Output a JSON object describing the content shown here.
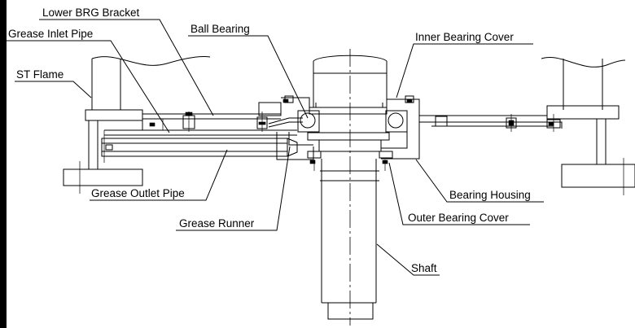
{
  "labels": {
    "lower_brg_bracket": "Lower BRG Bracket",
    "grease_inlet_pipe": "Grease Inlet Pipe",
    "st_flame": "ST Flame",
    "ball_bearing": "Ball Bearing",
    "inner_bearing_cover": "Inner Bearing Cover",
    "grease_outlet_pipe": "Grease Outlet Pipe",
    "grease_runner": "Grease Runner",
    "bearing_housing": "Bearing Housing",
    "outer_bearing_cover": "Outer Bearing Cover",
    "shaft": "Shaft"
  },
  "colors": {
    "line": "#000000",
    "background": "#ffffff"
  }
}
